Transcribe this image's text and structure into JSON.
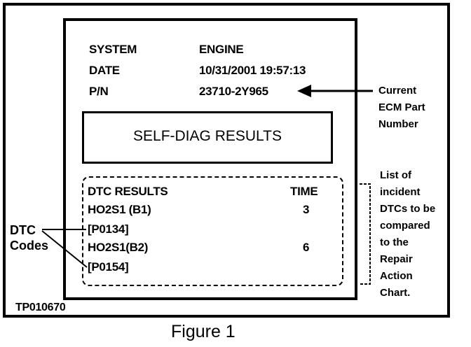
{
  "screen": {
    "rows": [
      {
        "label": "SYSTEM",
        "value": "ENGINE"
      },
      {
        "label": "DATE",
        "value": "10/31/2001 19:57:13"
      },
      {
        "label": "P/N",
        "value": "23710-2Y965"
      }
    ],
    "self_diag_title": "SELF-DIAG RESULTS",
    "dtc": {
      "header_left": "DTC RESULTS",
      "header_right": "TIME",
      "entries": [
        {
          "name": "HO2S1 (B1)",
          "time": "3",
          "code": "[P0134]"
        },
        {
          "name": "HO2S1(B2)",
          "time": "6",
          "code": "[P0154]"
        }
      ]
    }
  },
  "callouts": {
    "ecm_part_number": [
      "Current",
      "ECM Part",
      "Number"
    ],
    "incident_dtcs": [
      "List of",
      "incident",
      "DTCs to be",
      "compared",
      "to the",
      "Repair",
      "Action",
      "Chart."
    ],
    "dtc_codes": [
      "DTC",
      "Codes"
    ]
  },
  "figure_id": "TP010670",
  "caption": "Figure 1"
}
